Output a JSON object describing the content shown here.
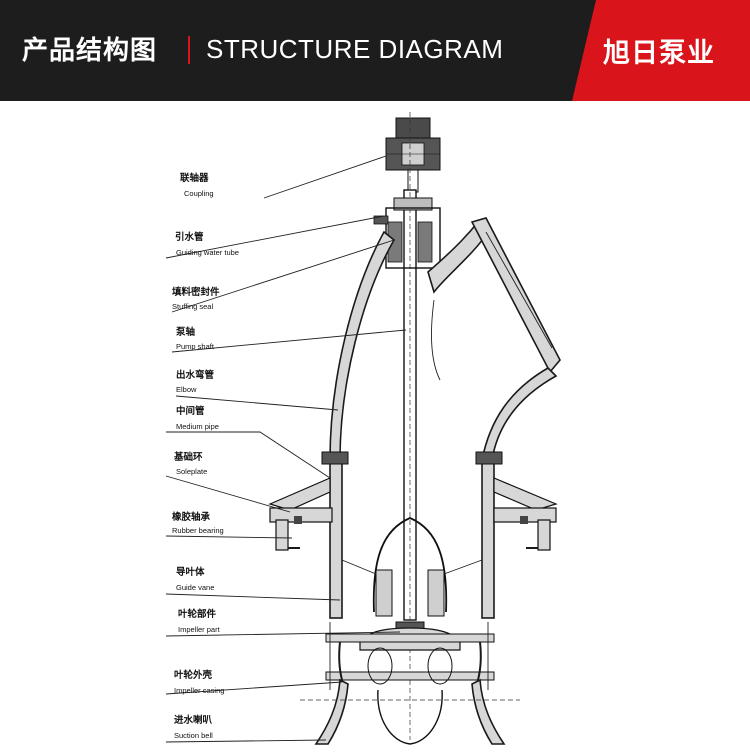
{
  "header": {
    "title_cn": "产品结构图",
    "title_en": "STRUCTURE DIAGRAM",
    "brand": "旭日泵业",
    "colors": {
      "bar": "#1d1d1d",
      "accent": "#d9141b",
      "text": "#ffffff"
    }
  },
  "labels": [
    {
      "cn": "联轴器",
      "en": "Coupling"
    },
    {
      "cn": "引水管",
      "en": "Guiding water tube"
    },
    {
      "cn": "填料密封件",
      "en": "Stuffing seal"
    },
    {
      "cn": "泵轴",
      "en": "Pump shaft"
    },
    {
      "cn": "出水弯管",
      "en": "Elbow"
    },
    {
      "cn": "中间管",
      "en": "Medium pipe"
    },
    {
      "cn": "基础环",
      "en": "Soleplate"
    },
    {
      "cn": "橡胶轴承",
      "en": "Rubber bearing"
    },
    {
      "cn": "导叶体",
      "en": "Guide vane"
    },
    {
      "cn": "叶轮部件",
      "en": "Impeller part"
    },
    {
      "cn": "叶轮外壳",
      "en": "Impeller casing"
    },
    {
      "cn": "进水喇叭",
      "en": "Suction bell"
    }
  ]
}
